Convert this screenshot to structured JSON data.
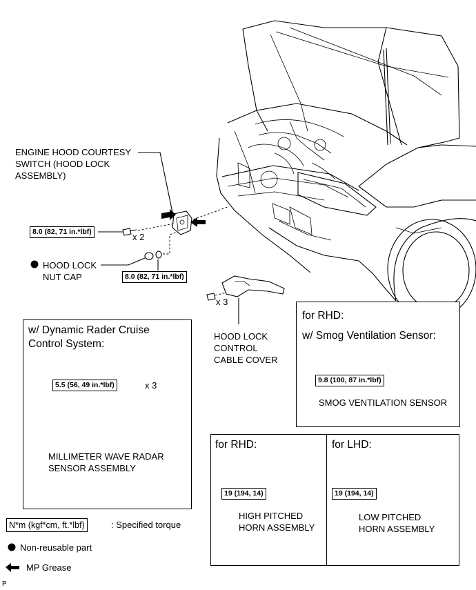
{
  "labels": {
    "courtesy_switch": [
      "ENGINE HOOD COURTESY",
      "SWITCH (HOOD LOCK",
      "ASSEMBLY)"
    ],
    "nut_cap": [
      "HOOD LOCK",
      "NUT CAP"
    ],
    "cable_cover": [
      "HOOD LOCK",
      "CONTROL",
      "CABLE COVER"
    ],
    "radar_sensor": [
      "MILLIMETER WAVE RADAR",
      "SENSOR ASSEMBLY"
    ],
    "smog_sensor": "SMOG VENTILATION SENSOR",
    "high_horn": [
      "HIGH PITCHED",
      "HORN ASSEMBLY"
    ],
    "low_horn": [
      "LOW PITCHED",
      "HORN ASSEMBLY"
    ]
  },
  "torques": {
    "switch_bolt": "8.0 (82, 71 in.*lbf)",
    "nut_cap": "8.0 (82, 71 in.*lbf)",
    "radar": "5.5 (56, 49 in.*lbf)",
    "smog": "9.8 (100, 87 in.*lbf)",
    "high_horn": "19 (194, 14)",
    "low_horn": "19 (194, 14)"
  },
  "quantities": {
    "switch_bolts": "x 2",
    "cable_cover_bolts": "x 3",
    "radar_bolts": "x 3"
  },
  "panels": {
    "radar": [
      "w/ Dynamic Rader Cruise",
      "Control System:"
    ],
    "smog_rhd": [
      "for RHD:",
      "w/ Smog Ventilation Sensor:"
    ],
    "horn_rhd": "for RHD:",
    "horn_lhd": "for LHD:"
  },
  "legend": {
    "torque_unit": "N*m (kgf*cm, ft.*lbf)",
    "torque_desc": ": Specified torque",
    "nonreusable": "Non-reusable part",
    "grease": "MP Grease"
  },
  "corner_code": "P"
}
